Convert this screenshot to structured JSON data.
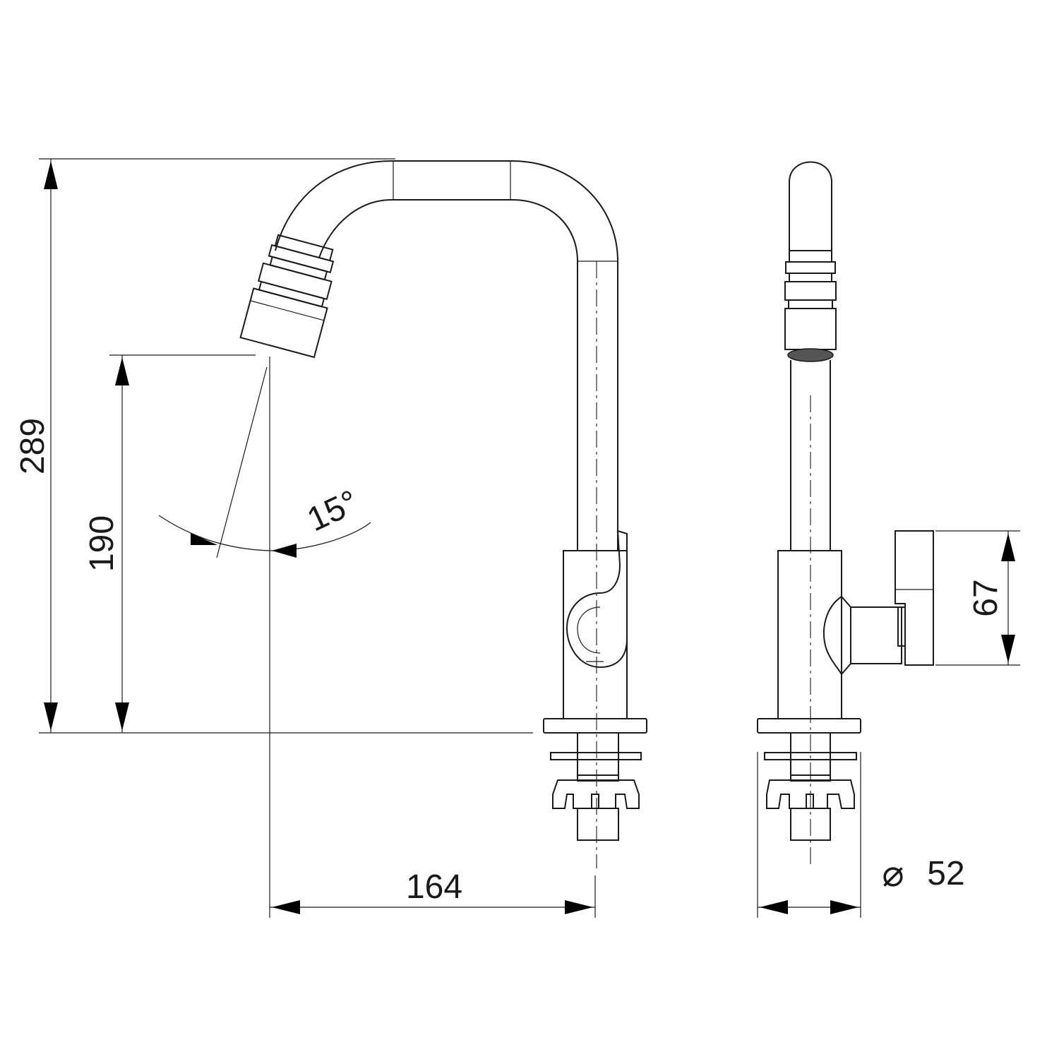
{
  "dimensions": {
    "overall_height": "289",
    "outlet_height": "190",
    "spout_angle": "15°",
    "spout_reach": "164",
    "handle_height": "67",
    "base_diameter": "52"
  },
  "diameter_symbol": "⌀",
  "colors": {
    "line": "#1a1a1a",
    "background": "#ffffff"
  }
}
